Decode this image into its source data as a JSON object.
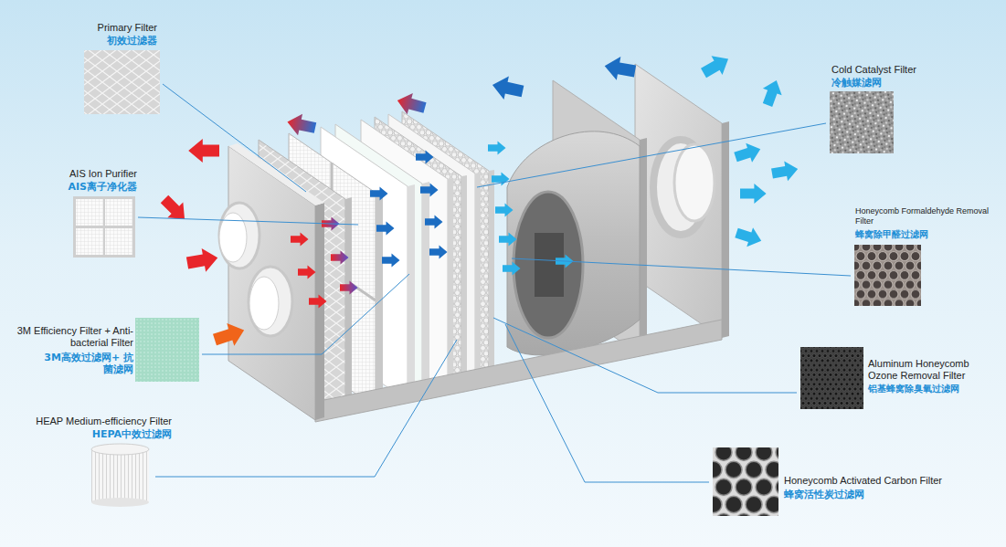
{
  "diagram": {
    "labels": [
      "Primary Filter",
      "初效过滤器",
      "AIS Ion Purifier",
      "AIS离子净化器",
      "3M Efficiency Filter + Anti-bacterial Filter",
      "3M高效过滤网+ 抗菌滤网",
      "HEAP Medium-efficiency Filter",
      "HEPA中效过滤网",
      "Cold Catalyst Filter",
      "冷触媒滤网",
      "Honeycomb Formaldehyde Removal Filter",
      "蜂窝除甲醛过滤网",
      "Aluminum Honeycomb Ozone Removal Filter",
      "铝基蜂窝除臭氧过滤网",
      "Honeycomb Activated Carbon Filter",
      "蜂窝活性炭过滤网"
    ]
  }
}
